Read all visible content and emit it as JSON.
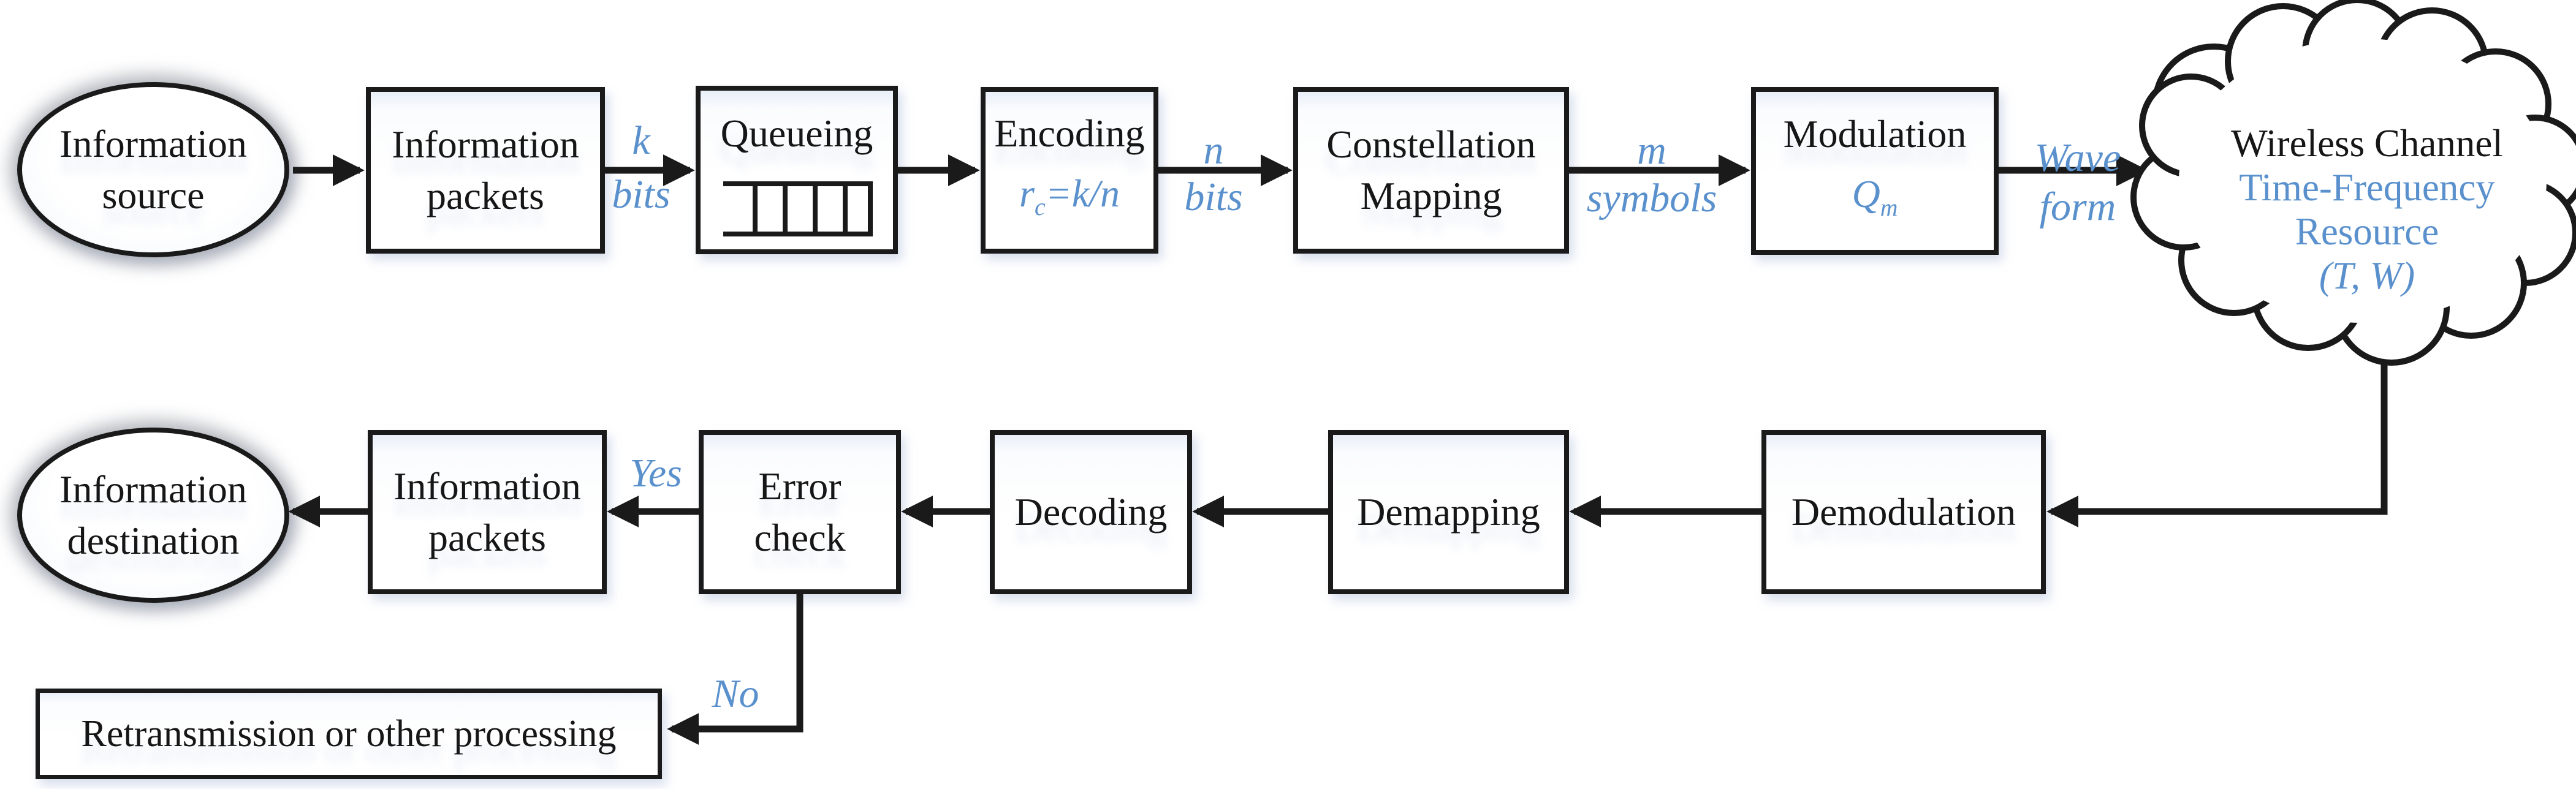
{
  "colors": {
    "ink": "#1a1a1a",
    "accent_blue": "#5a91cd"
  },
  "nodes": {
    "source": {
      "line1": "Information",
      "line2": "source"
    },
    "packets_top": {
      "line1": "Information",
      "line2": "packets"
    },
    "queueing": {
      "label": "Queueing"
    },
    "encoding": {
      "label": "Encoding",
      "formula_base": "r",
      "formula_sub": "c",
      "formula_rest": "=k/n"
    },
    "constellation": {
      "line1": "Constellation",
      "line2": "Mapping"
    },
    "modulation": {
      "label": "Modulation",
      "symbol_base": "Q",
      "symbol_sub": "m"
    },
    "cloud": {
      "line1": "Wireless Channel",
      "line2": "Time-Frequency",
      "line3": "Resource",
      "line4": "(T, W)"
    },
    "demodulation": {
      "label": "Demodulation"
    },
    "demapping": {
      "label": "Demapping"
    },
    "decoding": {
      "label": "Decoding"
    },
    "error_check": {
      "line1": "Error",
      "line2": "check"
    },
    "packets_bottom": {
      "line1": "Information",
      "line2": "packets"
    },
    "destination": {
      "line1": "Information",
      "line2": "destination"
    },
    "retransmission": {
      "label": "Retransmission or other processing"
    }
  },
  "edge_labels": {
    "k": "k",
    "k_unit": "bits",
    "n": "n",
    "n_unit": "bits",
    "m": "m",
    "m_unit": "symbols",
    "wave_top": "Wave",
    "wave_bottom": "form",
    "yes": "Yes",
    "no": "No"
  }
}
